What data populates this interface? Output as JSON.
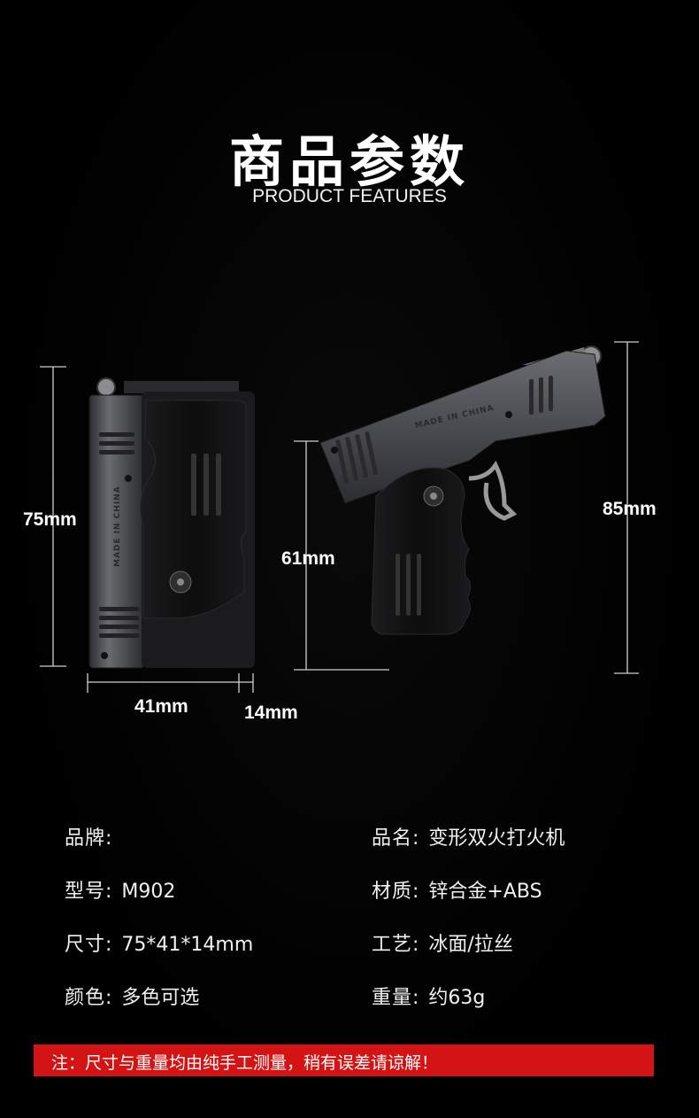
{
  "header": {
    "title": "商品参数",
    "subtitle": "PRODUCT FEATURES"
  },
  "dimensions": {
    "height_front": "75mm",
    "width_front": "41mm",
    "depth": "14mm",
    "height_gun_grip": "61mm",
    "height_gun_total": "85mm"
  },
  "engraving": "MADE IN CHINA",
  "specs": {
    "brand_label": "品牌:",
    "brand_value": "",
    "name_label": "品名:",
    "name_value": "变形双火打火机",
    "model_label": "型号:",
    "model_value": "M902",
    "material_label": "材质:",
    "material_value": "锌合金+ABS",
    "size_label": "尺寸:",
    "size_value": "75*41*14mm",
    "craft_label": "工艺:",
    "craft_value": "冰面/拉丝",
    "color_label": "颜色:",
    "color_value": "多色可选",
    "weight_label": "重量:",
    "weight_value": "约63g"
  },
  "note": "注：尺寸与重量均由纯手工测量，稍有误差请谅解！",
  "colors": {
    "background": "#000000",
    "note_bar": "#d41414",
    "metal": "#4a4b4f",
    "black_panel": "#111111"
  }
}
